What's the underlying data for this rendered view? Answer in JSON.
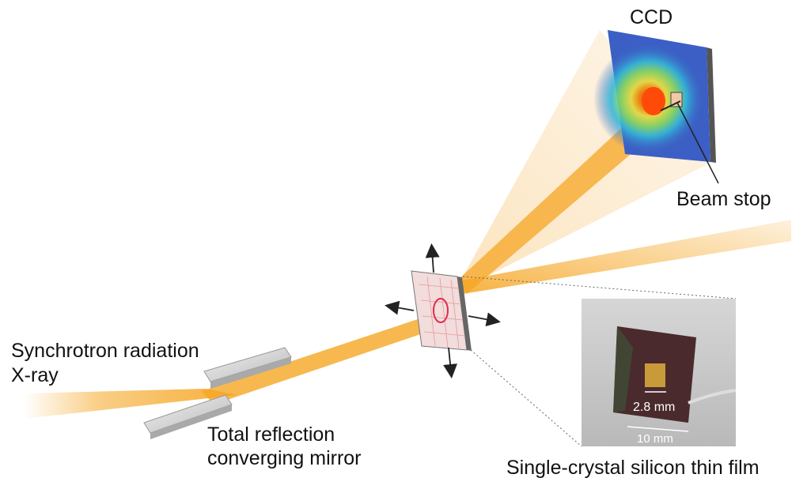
{
  "labels": {
    "ccd": "CCD",
    "beam_stop": "Beam stop",
    "source_line1": "Synchrotron radiation",
    "source_line2": "X-ray",
    "mirror_line1": "Total reflection",
    "mirror_line2": "converging mirror",
    "film": "Single-crystal silicon thin film"
  },
  "inset": {
    "inner_scale": "2.8 mm",
    "outer_scale": "10 mm"
  },
  "colors": {
    "beam": "#f5a623",
    "beam_light": "#fbd9a3",
    "ccd_blue": "#3b5fc4",
    "hot": "#f04a10"
  }
}
